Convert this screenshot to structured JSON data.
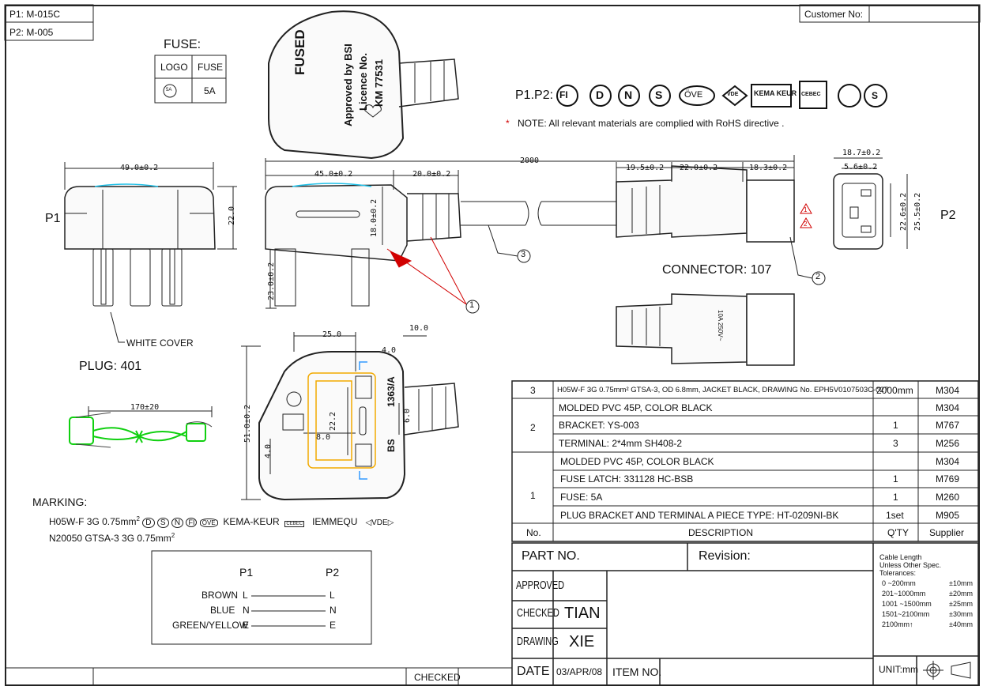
{
  "header": {
    "p1_code": "P1: M-015C",
    "p2_code": "P2: M-005",
    "customer_label": "Customer No:",
    "customer_value": ""
  },
  "fuse_table": {
    "title": "FUSE:",
    "col_logo": "LOGO",
    "col_fuse": "FUSE",
    "fuse_value": "5A",
    "logo_text": "5A"
  },
  "plug_top_view": {
    "fused_text": "FUSED",
    "approved_text": "Approved by BSI",
    "licence_text": "Licence No.",
    "licence_no": "KM 77531"
  },
  "approvals": {
    "label": "P1.P2:",
    "marks": [
      "FI",
      "D",
      "N",
      "S",
      "ÖVE",
      "VDE",
      "KEMA KEUR",
      "CEBEC",
      "",
      "S"
    ],
    "note": "NOTE: All relevant materials are complied with RoHS directive .",
    "note_star": "*"
  },
  "dimensions": {
    "total_length": "2000",
    "d_49": "49.0±0.2",
    "d_45": "45.0±0.2",
    "d_20": "20.0±0.2",
    "d_22": "22.0",
    "d_18": "18.0±0.2",
    "d_23": "23.0±0.2",
    "d_19_5": "19.5±0.2",
    "d_22_0": "22.0±0.2",
    "d_18_3": "18.3±0.2",
    "d_18_7": "18.7±0.2",
    "d_5_6": "5.6±0.2",
    "d_22_6": "22.6±0.2",
    "d_25_5": "25.5±0.2",
    "d_25": "25.0",
    "d_10": "10.0",
    "d_4": "4.0",
    "d_51": "51.0±0.2",
    "d_4b": "4.0",
    "d_22_2": "22.2",
    "d_8": "8.0",
    "d_6": "6.0",
    "d_170": "170±20"
  },
  "labels": {
    "p1": "P1",
    "p2": "P2",
    "white_cover": "WHITE COVER",
    "plug": "PLUG: 401",
    "connector": "CONNECTOR: 107",
    "callout_1": "1",
    "callout_2": "2",
    "callout_3": "3",
    "front_1363": "1363/A",
    "front_bs": "BS",
    "conn_text_a": "10A 250V~",
    "warn_1": "1",
    "warn_2": "2"
  },
  "marking": {
    "title": "MARKING:",
    "line1_prefix": "H05W-F 3G 0.75mm",
    "line1_sup": "2",
    "line1_marks": [
      "D",
      "S",
      "N",
      "FI",
      "ÖVE"
    ],
    "line1_suffix": "KEMA-KEUR",
    "line1_cebec": "CEBEC",
    "line1_iem": "IEMMEQU",
    "line1_vde": "◁VDE▷",
    "line2_prefix": "N20050 GTSA-3 3G 0.75mm",
    "line2_sup": "2"
  },
  "wiring": {
    "p1": "P1",
    "p2": "P2",
    "rows": [
      {
        "color": "BROWN",
        "p1": "L",
        "p2": "L"
      },
      {
        "color": "BLUE",
        "p1": "N",
        "p2": "N"
      },
      {
        "color": "GREEN/YELLOW",
        "p1": "E",
        "p2": "E"
      }
    ]
  },
  "bom": {
    "col_no": "No.",
    "col_desc": "DESCRIPTION",
    "col_qty": "Q'TY",
    "col_supplier": "Supplier",
    "item3": {
      "no": "3",
      "desc": "H05W-F 3G 0.75mm² GTSA-3, OD 6.8mm, JACKET BLACK, DRAWING No. EPH5V0107503C-027",
      "qty": "2000mm",
      "sup": "M304"
    },
    "item2": {
      "no": "2",
      "rows": [
        {
          "desc": "MOLDED PVC 45P, COLOR BLACK",
          "qty": "",
          "sup": "M304"
        },
        {
          "desc": "BRACKET: YS-003",
          "qty": "1",
          "sup": "M767"
        },
        {
          "desc": "TERMINAL: 2*4mm SH408-2",
          "qty": "3",
          "sup": "M256"
        }
      ]
    },
    "item1": {
      "no": "1",
      "rows": [
        {
          "desc": "MOLDED PVC 45P, COLOR BLACK",
          "qty": "",
          "sup": "M304"
        },
        {
          "desc": "FUSE LATCH: 331128 HC-BSB",
          "qty": "1",
          "sup": "M769"
        },
        {
          "desc": "FUSE: 5A",
          "qty": "1",
          "sup": "M260"
        },
        {
          "desc": "PLUG BRACKET AND TERMINAL A PIECE TYPE: HT-0209NI-BK",
          "qty": "1set",
          "sup": "M905"
        }
      ]
    }
  },
  "title_block": {
    "part_no": "PART NO.",
    "revision": "Revision:",
    "approved": "APPROVED",
    "checked": "CHECKED",
    "checked_by": "TIAN",
    "drawing": "DRAWING",
    "drawn_by": "XIE",
    "date_label": "DATE",
    "date": "03/APR/08",
    "item_no": "ITEM NO.",
    "unit": "UNIT:mm",
    "tol_title1": "Cable Length",
    "tol_title2": "Unless Other Spec.",
    "tol_title3": "Tolerances:",
    "tolerances": [
      {
        "range": "0 ~200mm",
        "tol": "±10mm"
      },
      {
        "range": "201~1000mm",
        "tol": "±20mm"
      },
      {
        "range": "1001 ~1500mm",
        "tol": "±25mm"
      },
      {
        "range": "1501~2100mm",
        "tol": "±30mm"
      },
      {
        "range": "2100mm↑",
        "tol": "±40mm"
      }
    ]
  },
  "footer": {
    "checked": "CHECKED"
  }
}
